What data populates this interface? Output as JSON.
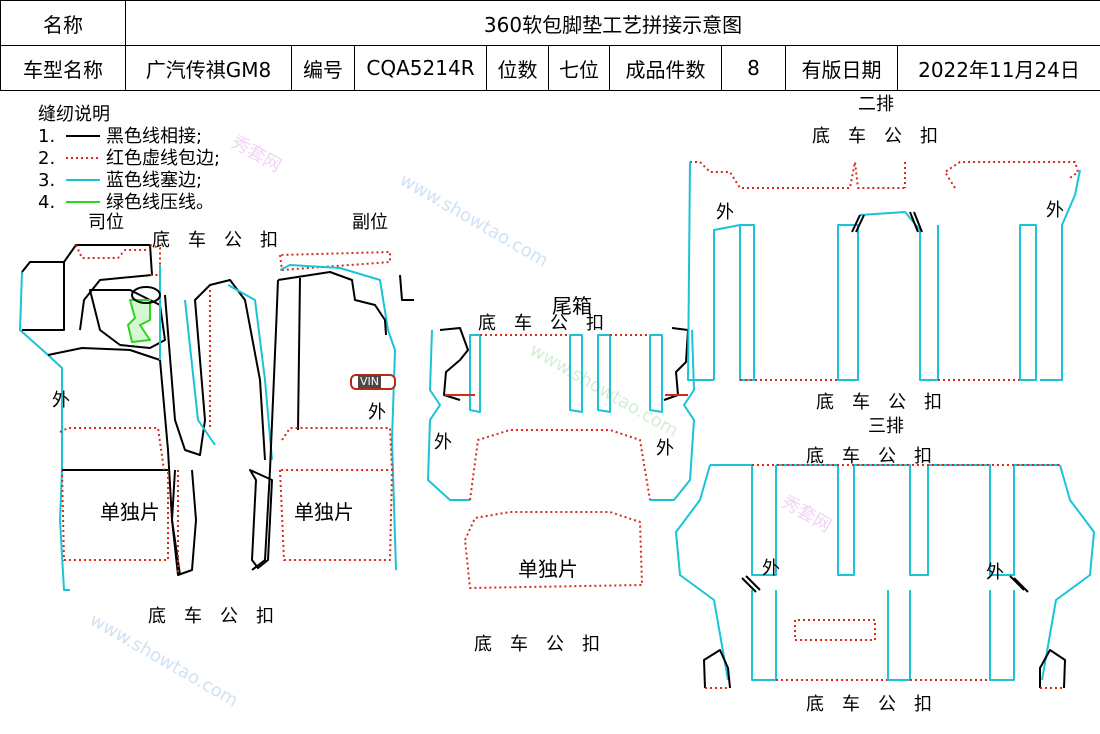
{
  "header": {
    "name_label": "名称",
    "title": "360软包脚垫工艺拼接示意图",
    "model_label": "车型名称",
    "model_value": "广汽传祺GM8",
    "code_label": "编号",
    "code_value": "CQA5214R",
    "seats_label": "位数",
    "seats_value": "七位",
    "pieces_label": "成品件数",
    "pieces_value": "8",
    "date_label": "有版日期",
    "date_value": "2022年11月24日"
  },
  "legend": {
    "heading": "缝纫说明",
    "items": [
      {
        "num": "1.",
        "text": "黑色线相接;",
        "color": "#000000",
        "style": "solid"
      },
      {
        "num": "2.",
        "text": "红色虚线包边;",
        "color": "#d62a1a",
        "style": "dotted"
      },
      {
        "num": "3.",
        "text": "蓝色线塞边;",
        "color": "#19c4d8",
        "style": "solid"
      },
      {
        "num": "4.",
        "text": "绿色线压线。",
        "color": "#2bd61f",
        "style": "solid"
      }
    ]
  },
  "labels": {
    "driver": "司位",
    "passenger": "副位",
    "trunk": "尾箱",
    "row2": "二排",
    "row3": "三排",
    "bottom_clip": "底　车　公　扣",
    "outer": "外",
    "separate_piece": "单独片",
    "vin": "VIN"
  },
  "colors": {
    "black_line": "#000000",
    "red_dotted": "#d62a1a",
    "blue_line": "#19c4d8",
    "green_line": "#2bd61f"
  },
  "watermark": {
    "cn": "秀套网",
    "url": "www.showtao.com"
  }
}
